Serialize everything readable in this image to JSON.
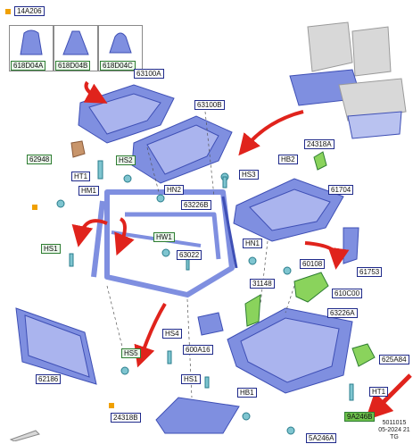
{
  "header_label": "14A206",
  "footer": {
    "ref": "5011015",
    "date": "05-2024 21",
    "initials": "TG"
  },
  "colors": {
    "part_blue": "#7f8fe0",
    "part_blue_dark": "#3e4fb5",
    "part_green": "#8ad35c",
    "arrow_red": "#e0231c",
    "label_border": "#1f2a8a",
    "marker_orange": "#f0a000"
  },
  "tiles": [
    "618D04A",
    "618D04B",
    "618D04C"
  ],
  "labels": {
    "l63100A": "63100A",
    "l63100B": "63100B",
    "l62948": "62948",
    "l24318A": "24318A",
    "lHT1a": "HT1",
    "lHS2": "HS2",
    "lHM1": "HM1",
    "lHN2": "HN2",
    "lHS3": "HS3",
    "lHB2": "HB2",
    "l63226B": "63226B",
    "l61704": "61704",
    "lHW1": "HW1",
    "lHS1a": "HS1",
    "l63022": "63022",
    "lHN1": "HN1",
    "l60108": "60108",
    "l61753": "61753",
    "l31148": "31148",
    "l610C00": "610C00",
    "l63226A": "63226A",
    "lHS4": "HS4",
    "l600A16": "600A16",
    "lHS5": "HS5",
    "l625A84": "625A84",
    "l62186": "62186",
    "lHS1b": "HS1",
    "lHB1": "HB1",
    "lHT1b": "HT1",
    "l9A246B": "9A246B",
    "l24318B": "24318B",
    "l5A246A": "5A246A"
  }
}
